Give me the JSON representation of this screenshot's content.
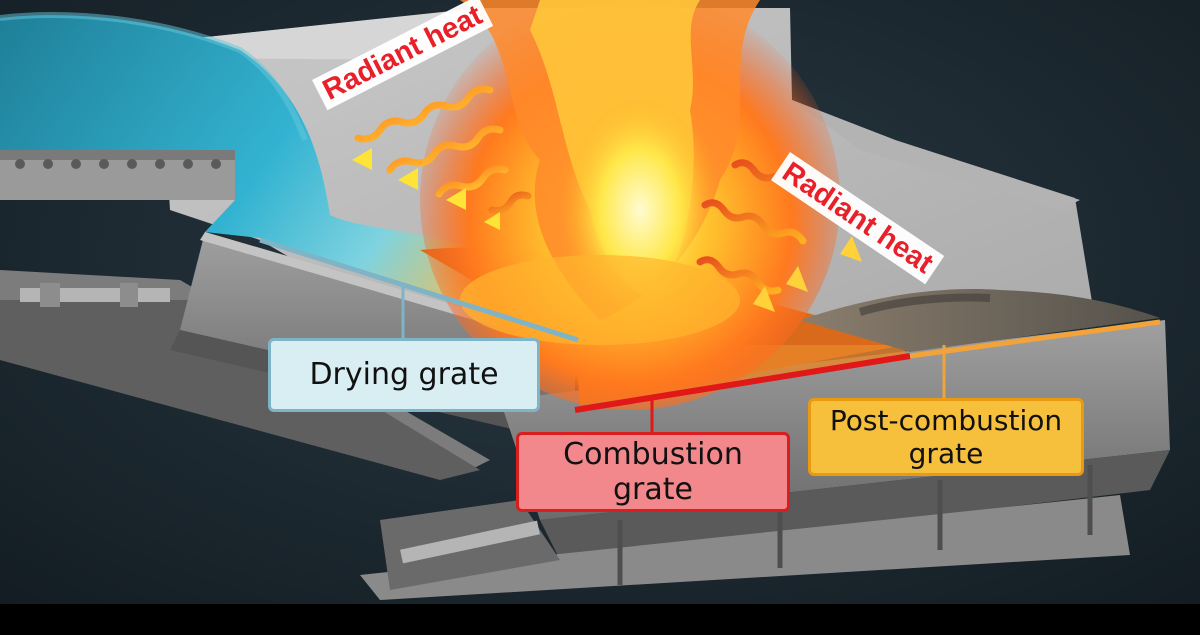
{
  "labels": {
    "radiant_heat_left": "Radiant heat",
    "radiant_heat_right": "Radiant heat",
    "drying_grate": "Drying grate",
    "combustion_grate_line1": "Combustion",
    "combustion_grate_line2": "grate",
    "post_combustion_grate_line1": "Post-combustion",
    "post_combustion_grate_line2": "grate"
  },
  "colors": {
    "background": "#1b2a33",
    "drying_accent": "#7fb4c6",
    "combustion_accent": "#d81e1e",
    "post_combustion_accent": "#e79a12",
    "radiant_text": "#e8202a"
  }
}
